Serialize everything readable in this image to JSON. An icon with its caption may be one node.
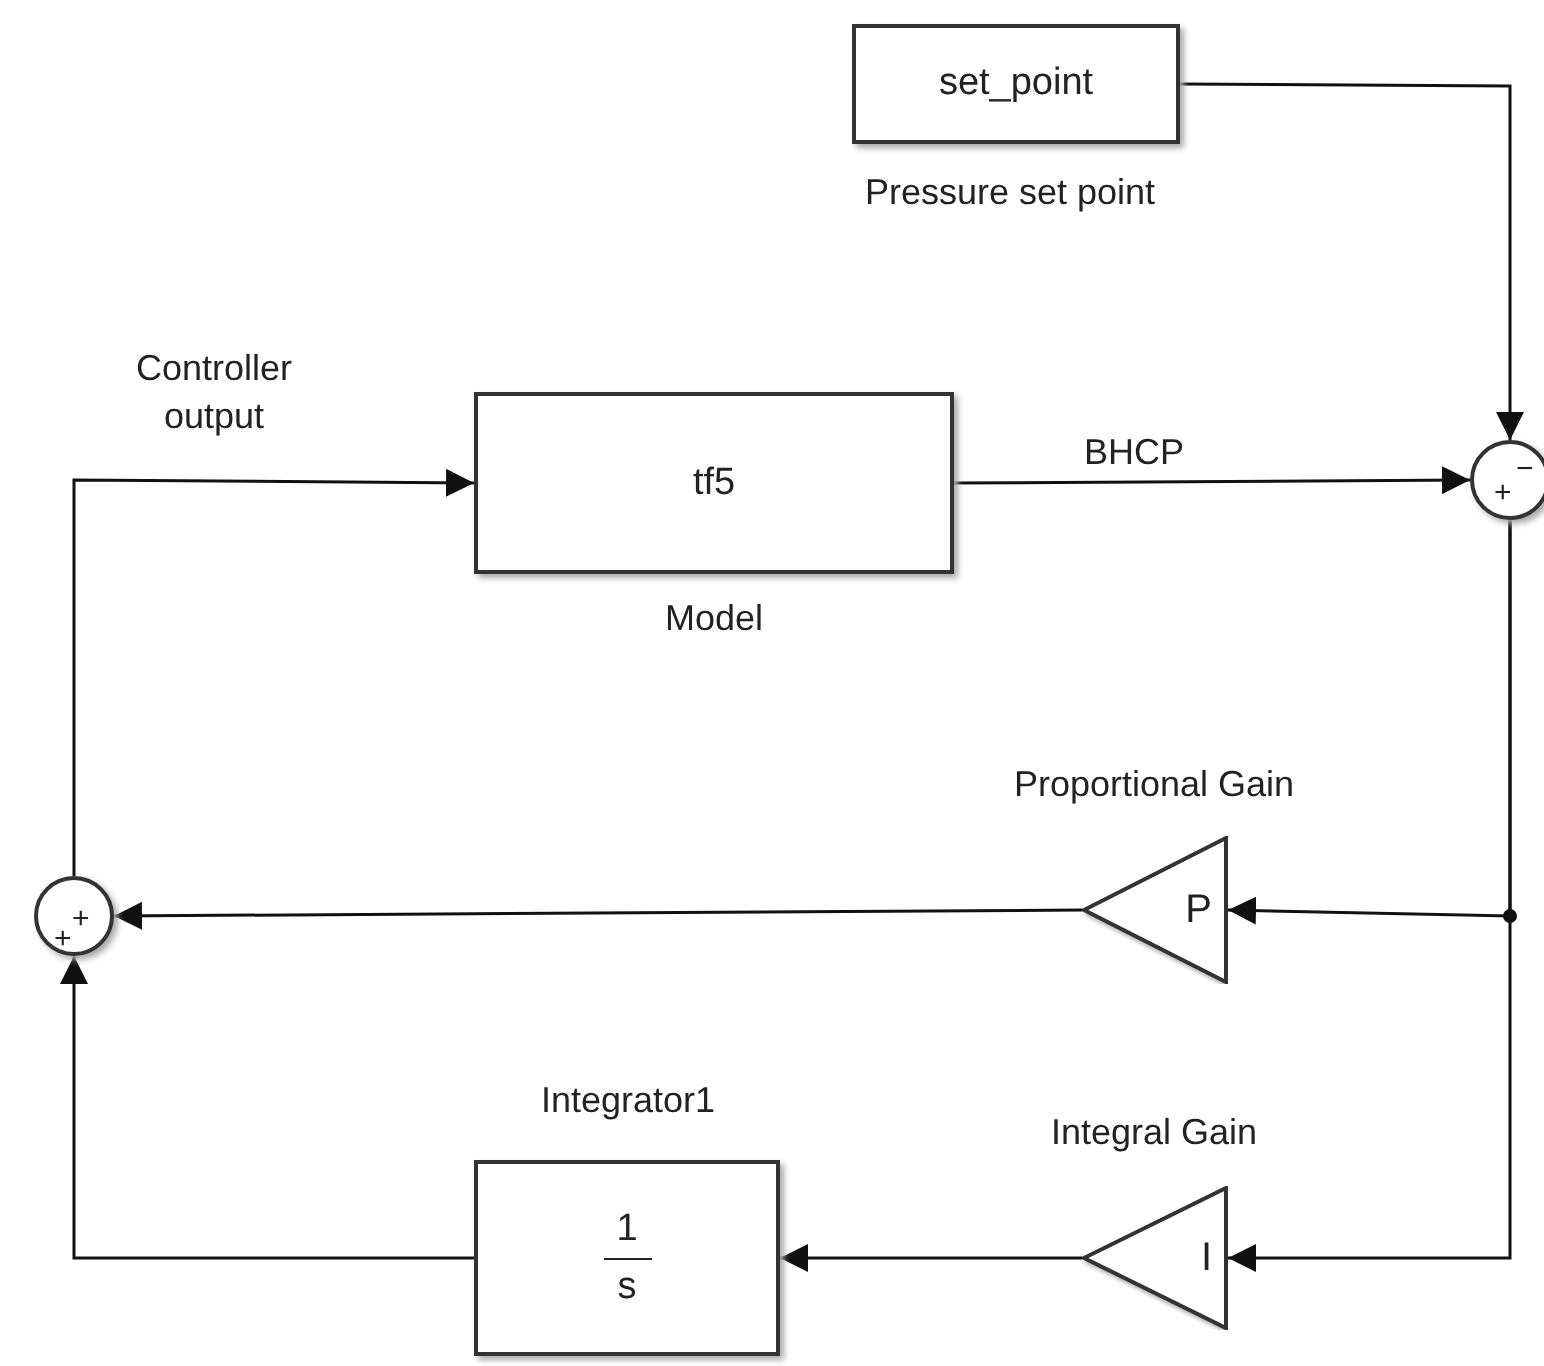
{
  "diagram": {
    "nodes": [
      {
        "text": [
          "set_point"
        ],
        "beside": [
          "Pressure set point"
        ]
      },
      {
        "text": [
          "tf5"
        ],
        "beside": [
          "Model"
        ]
      },
      {
        "text": [
          "+",
          "−"
        ]
      },
      {
        "text": [
          "P"
        ],
        "beside": [
          "Proportional Gain"
        ]
      },
      {
        "text": [
          "I"
        ],
        "beside": [
          "Integral Gain"
        ]
      },
      {
        "text": [
          "1",
          "s"
        ],
        "beside": [
          "Integrator1"
        ]
      },
      {
        "text": [
          "+",
          "+"
        ]
      }
    ],
    "edges": [
      {
        "from": 0,
        "to": 2,
        "arrow": "to"
      },
      {
        "from": 1,
        "to": 2,
        "arrow": "to",
        "label": "BHCP"
      },
      {
        "from": 2,
        "to": 3,
        "arrow": "to"
      },
      {
        "from": 2,
        "to": 4,
        "arrow": "to"
      },
      {
        "from": 3,
        "to": 6,
        "arrow": "to"
      },
      {
        "from": 4,
        "to": 5,
        "arrow": "to"
      },
      {
        "from": 5,
        "to": 6,
        "arrow": "to"
      },
      {
        "from": 6,
        "to": 1,
        "arrow": "to",
        "label": "Controller output"
      }
    ]
  }
}
